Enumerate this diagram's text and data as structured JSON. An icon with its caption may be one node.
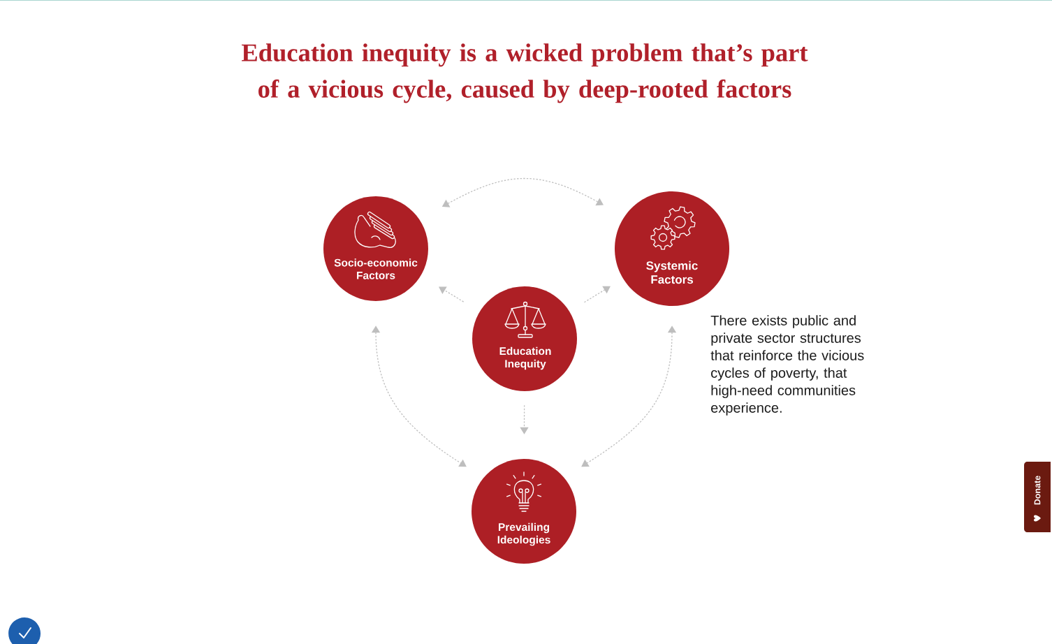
{
  "diagram": {
    "title": "Education inequity is a wicked problem that’s part of a vicious cycle, caused by deep-rooted factors",
    "nodes": [
      {
        "text": [
          "Socio-economic Factors"
        ]
      },
      {
        "text": [
          "Systemic Factors"
        ],
        "beside": [
          "There exists public and private sector structures that reinforce the vicious cycles of poverty, that high-need communities experience."
        ]
      },
      {
        "text": [
          "Education Inequity"
        ]
      },
      {
        "text": [
          "Prevailing Ideologies"
        ]
      }
    ],
    "edges": [
      {
        "from": 0,
        "to": 1,
        "arrow": "both",
        "style": "dashed"
      },
      {
        "from": 2,
        "to": 0,
        "arrow": "to",
        "style": "dashed"
      },
      {
        "from": 2,
        "to": 1,
        "arrow": "to",
        "style": "dashed"
      },
      {
        "from": 2,
        "to": 3,
        "arrow": "to",
        "style": "dashed"
      },
      {
        "from": 0,
        "to": 3,
        "arrow": "both",
        "style": "dashed"
      },
      {
        "from": 1,
        "to": 3,
        "arrow": "both",
        "style": "dashed"
      }
    ],
    "labels": [
      "Donate"
    ]
  }
}
